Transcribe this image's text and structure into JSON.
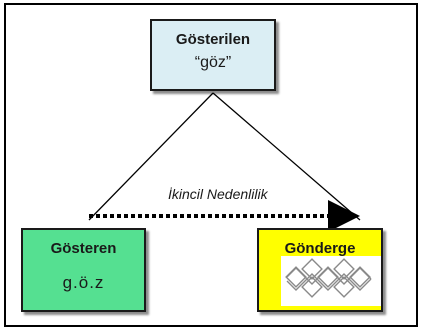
{
  "top_node": {
    "title": "Gösterilen",
    "subtitle": "“göz”"
  },
  "left_node": {
    "title": "Gösteren",
    "subtitle": "g.ö.z"
  },
  "right_node": {
    "title": "Gönderge"
  },
  "edge_label": "İkincil Nedenlilik",
  "colors": {
    "top_box": "#dbeef4",
    "left_box": "#55e091",
    "right_box": "#ffff00",
    "border": "#1a1a1a"
  },
  "icons": {
    "right_node_image": "celtic-knot-icon"
  }
}
